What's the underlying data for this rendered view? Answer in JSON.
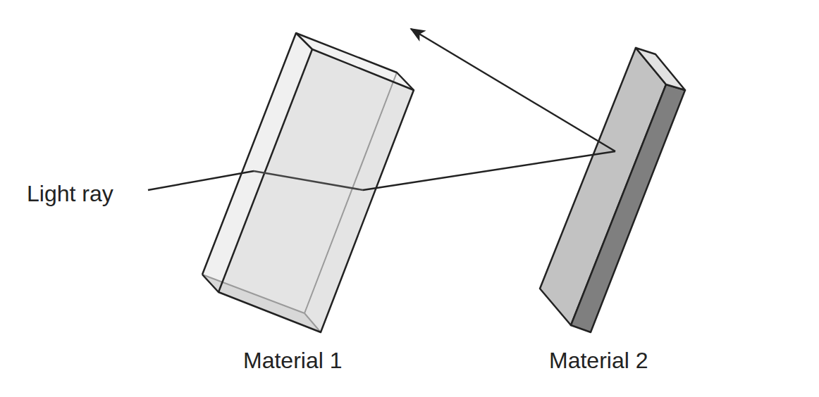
{
  "diagram": {
    "labels": [
      "Light ray",
      "Material 1",
      "Material 2"
    ]
  }
}
